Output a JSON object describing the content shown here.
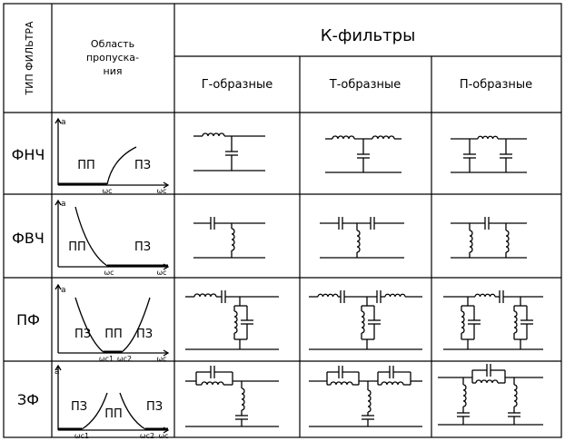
{
  "header": {
    "type_label": "ТИП ФИЛЬТРА",
    "band_label": [
      "Область",
      "пропуска-",
      "ния"
    ],
    "k_title": "К-фильтры",
    "col_g": "Г-образные",
    "col_t": "Т-образные",
    "col_p": "П-образные"
  },
  "rows": [
    {
      "name": "ФНЧ",
      "graph": {
        "a": "a",
        "omega_axis": "ωc",
        "marks": [
          "ωc"
        ],
        "pass": "ПП",
        "stop": "ПЗ"
      }
    },
    {
      "name": "ФВЧ",
      "graph": {
        "a": "a",
        "omega_axis": "ωc",
        "marks": [
          "ωc"
        ],
        "pass": "ПП",
        "stop": "ПЗ"
      }
    },
    {
      "name": "ПФ",
      "graph": {
        "a": "a",
        "omega_axis": "ωc",
        "marks": [
          "ωc1",
          "ωc2"
        ],
        "stop_left": "ПЗ",
        "pass": "ПП",
        "stop_right": "ПЗ"
      }
    },
    {
      "name": "ЗФ",
      "graph": {
        "a": "a",
        "omega_axis": "ωc",
        "marks": [
          "ωc1",
          "ωc2"
        ],
        "stop_left": "ПЗ",
        "pass": "ПП",
        "stop_right": "ПЗ"
      }
    }
  ]
}
